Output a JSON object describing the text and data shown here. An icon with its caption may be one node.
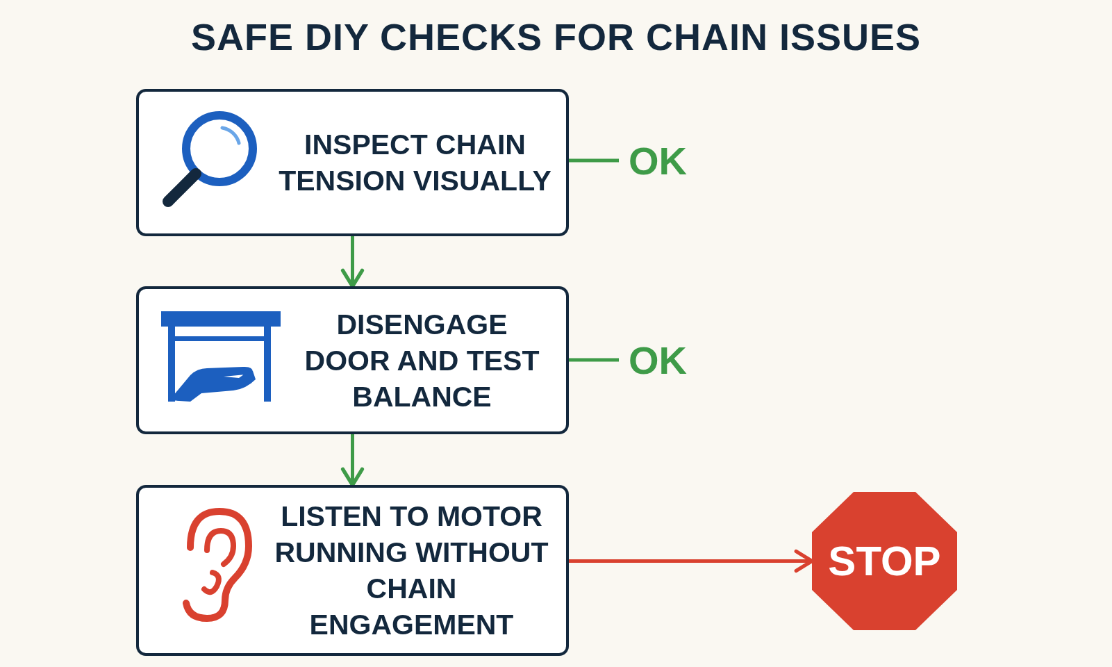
{
  "diagram": {
    "title": "SAFE DIY CHECKS FOR CHAIN ISSUES",
    "nodes": [
      {
        "text": [
          "INSPECT CHAIN TENSION VISUALLY"
        ]
      },
      {
        "text": [
          "DISENGAGE DOOR AND TEST BALANCE"
        ]
      },
      {
        "text": [
          "LISTEN TO MOTOR RUNNING WITHOUT CHAIN ENGAGEMENT"
        ]
      },
      {
        "text": [
          "OK"
        ]
      },
      {
        "text": [
          "OK"
        ]
      },
      {
        "text": [
          "STOP"
        ]
      }
    ],
    "edges": [
      {
        "from": 0,
        "to": 1,
        "arrow": "to"
      },
      {
        "from": 1,
        "to": 2,
        "arrow": "to"
      },
      {
        "from": 0,
        "to": 3,
        "arrow": "none"
      },
      {
        "from": 1,
        "to": 4,
        "arrow": "none"
      },
      {
        "from": 2,
        "to": 5,
        "arrow": "to",
        "color": "#d9412f"
      }
    ]
  }
}
